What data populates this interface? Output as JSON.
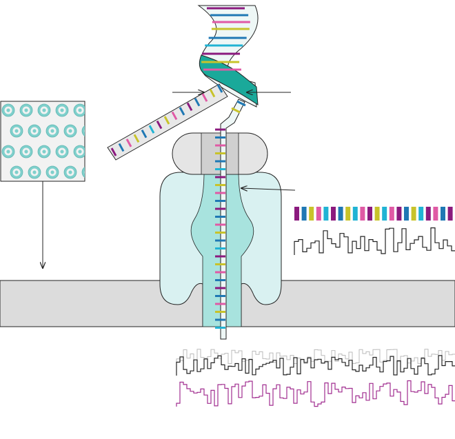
{
  "diagram": {
    "colors": {
      "magenta": "#8b1a7e",
      "blue": "#1f78b4",
      "pink": "#e05aa5",
      "yellow": "#c8c32a",
      "cyan": "#20b3d4",
      "teal": "#1aa99a",
      "pore_fill": "#d9f1f1",
      "pore_channel": "#a8e3de",
      "motor_fill": "#dcdcdc",
      "membrane_fill": "#dcdcdc",
      "outline": "#222222",
      "trace_black": "#222222",
      "trace_magenta": "#a02c8f",
      "trace_faint": "#bbbbbb"
    },
    "components": [
      "dna-double-helix",
      "template-strand",
      "complement-strand",
      "motor-protein",
      "nanopore",
      "membrane",
      "array-inset",
      "base-sequence-bar",
      "current-trace",
      "signal-traces"
    ],
    "arrows": [
      "arrow-to-template-strand",
      "arrow-to-complement-strand",
      "arrow-to-pore",
      "arrow-array-to-membrane"
    ]
  }
}
